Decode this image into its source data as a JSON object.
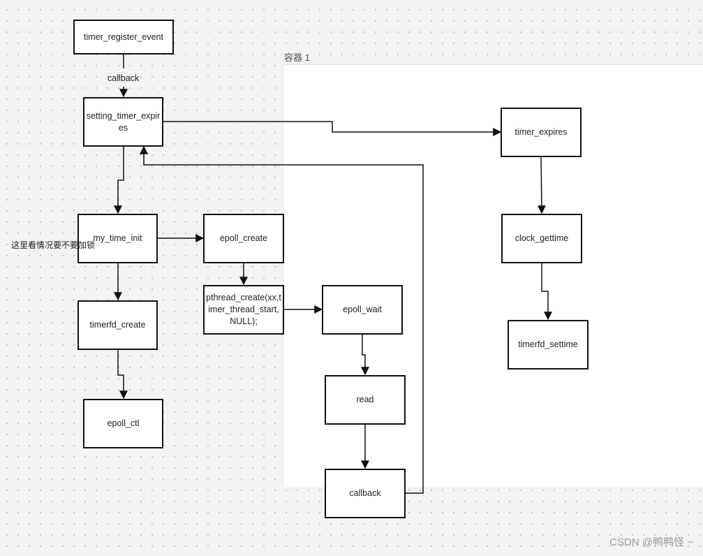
{
  "container": {
    "label": "容器 1"
  },
  "nodes": {
    "timer_register_event": "timer_register_event",
    "setting_timer_expires": "setting_timer_expires",
    "my_time_init": "my_time_init",
    "timerfd_create": "timerfd_create",
    "epoll_ctl": "epoll_ctl",
    "epoll_create": "epoll_create",
    "pthread_create": "pthread_create(xx,timer_thread_start, NULL);",
    "epoll_wait": "epoll_wait",
    "read": "read",
    "callback_node": "callback",
    "timer_expires": "timer_expires",
    "clock_gettime": "clock_gettime",
    "timerfd_settime": "timerfd_settime"
  },
  "edge_labels": {
    "callback": "callback"
  },
  "note": "这里看情况要不要加锁",
  "watermark": "CSDN @鸭鸭怪 ~"
}
